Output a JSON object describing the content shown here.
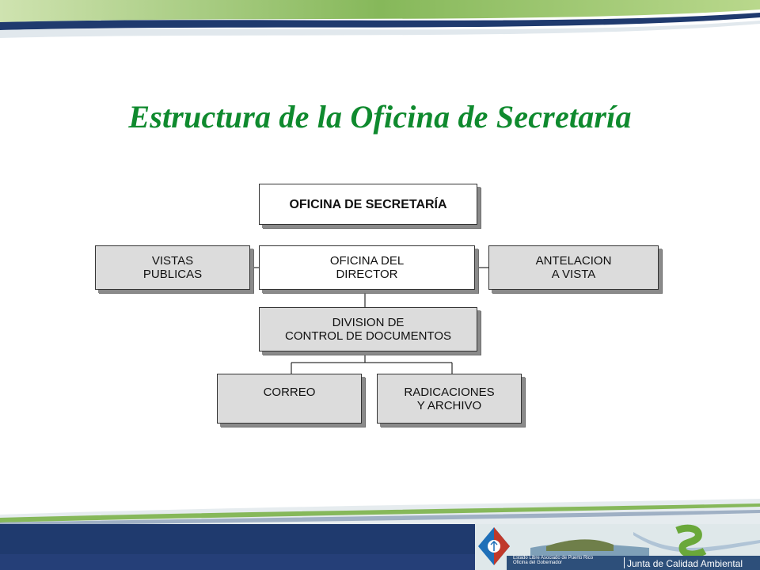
{
  "title": "Estructura de la Oficina de Secretaría",
  "org_chart": {
    "root": "OFICINA DE SECRETARÍA",
    "director": "OFICINA DEL\nDIRECTOR",
    "left": "VISTAS\nPUBLICAS",
    "right": "ANTELACION\nA VISTA",
    "division": "DIVISION DE\nCONTROL DE DOCUMENTOS",
    "child_left": "CORREO",
    "child_right": "RADICACIONES\nY ARCHIVO"
  },
  "footer": {
    "agency_small": "Estado Libre Asociado de Puerto Rico\nOficina del Gobernador",
    "agency_name": "Junta de Calidad Ambiental"
  },
  "colors": {
    "title": "#0f8a2e",
    "box_fill": "#dcdcdc",
    "footer_blue": "#1f3a6e",
    "swoosh_green": "#6aa83a"
  }
}
